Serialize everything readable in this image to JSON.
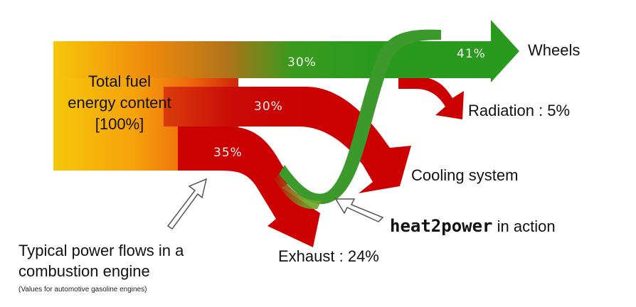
{
  "source_label": "Total fuel\nenergy content\n[100%]",
  "flows": {
    "wheels": {
      "percent_inline": "30%",
      "percent_out": "41%",
      "label": "Wheels"
    },
    "radiation": {
      "label": "Radiation : 5%"
    },
    "cooling": {
      "percent_inline": "30%",
      "label": "Cooling system"
    },
    "exhaust": {
      "percent_inline": "35%",
      "label": "Exhaust : 24%"
    }
  },
  "heat2power": {
    "brand": "heat2power",
    "suffix": " in action"
  },
  "caption": {
    "title": "Typical power flows in a\ncombustion engine",
    "note": "(Values for automotive gasoline engines)"
  },
  "colors": {
    "red": "#cc0000",
    "green": "#2a9a1e",
    "yellow": "#f4c20a",
    "orange": "#f26a0a"
  }
}
